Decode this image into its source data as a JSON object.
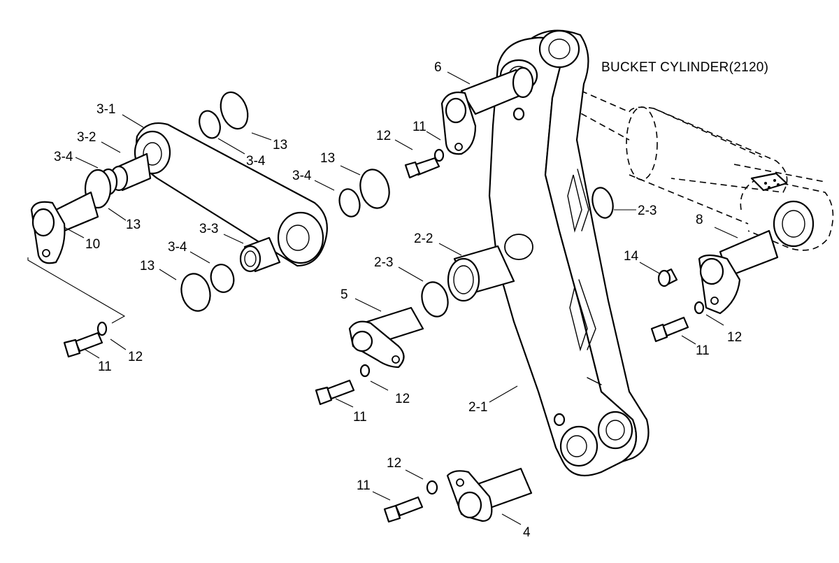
{
  "title": "BUCKET CYLINDER(2120)",
  "callouts": [
    {
      "id": "c-6",
      "text": "6"
    },
    {
      "id": "c-3-1",
      "text": "3-1"
    },
    {
      "id": "c-13-a",
      "text": "13"
    },
    {
      "id": "c-3-2",
      "text": "3-2"
    },
    {
      "id": "c-3-4-a",
      "text": "3-4"
    },
    {
      "id": "c-3-4-b",
      "text": "3-4"
    },
    {
      "id": "c-13-b",
      "text": "13"
    },
    {
      "id": "c-10",
      "text": "10"
    },
    {
      "id": "c-3-3",
      "text": "3-3"
    },
    {
      "id": "c-3-4-c",
      "text": "3-4"
    },
    {
      "id": "c-13-c",
      "text": "13"
    },
    {
      "id": "c-11-a",
      "text": "11"
    },
    {
      "id": "c-12-a",
      "text": "12"
    },
    {
      "id": "c-13-d",
      "text": "13"
    },
    {
      "id": "c-3-4-d",
      "text": "3-4"
    },
    {
      "id": "c-2-3-a",
      "text": "2-3"
    },
    {
      "id": "c-8",
      "text": "8"
    },
    {
      "id": "c-2-2",
      "text": "2-2"
    },
    {
      "id": "c-2-3-b",
      "text": "2-3"
    },
    {
      "id": "c-14",
      "text": "14"
    },
    {
      "id": "c-5",
      "text": "5"
    },
    {
      "id": "c-12-b",
      "text": "12"
    },
    {
      "id": "c-11-b",
      "text": "11"
    },
    {
      "id": "c-11-c",
      "text": "11"
    },
    {
      "id": "c-12-c",
      "text": "12"
    },
    {
      "id": "c-12-d",
      "text": "12"
    },
    {
      "id": "c-11-d",
      "text": "11"
    },
    {
      "id": "c-2-1",
      "text": "2-1"
    },
    {
      "id": "c-12-e",
      "text": "12"
    },
    {
      "id": "c-11-e",
      "text": "11"
    },
    {
      "id": "c-4",
      "text": "4"
    }
  ]
}
